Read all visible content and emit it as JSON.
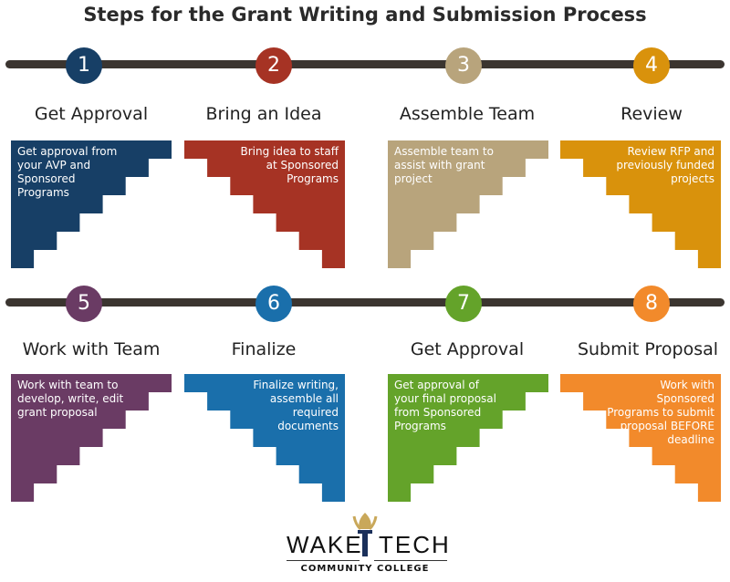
{
  "title": "Steps for the Grant Writing and Submission Process",
  "steps": [
    {
      "number": "1",
      "title": "Get Approval",
      "text": "Get approval from your AVP and Sponsored Programs",
      "color": "#173f66",
      "align": "left"
    },
    {
      "number": "2",
      "title": "Bring an Idea",
      "text": "Bring idea to staff at Sponsored Programs",
      "color": "#a63324",
      "align": "right"
    },
    {
      "number": "3",
      "title": "Assemble Team",
      "text": "Assemble team to assist with grant project",
      "color": "#b8a47c",
      "align": "left"
    },
    {
      "number": "4",
      "title": "Review",
      "text": "Review RFP and previously funded projects",
      "color": "#d9920c",
      "align": "right"
    },
    {
      "number": "5",
      "title": "Work with Team",
      "text": "Work with team to develop, write, edit grant proposal",
      "color": "#6a3b64",
      "align": "left"
    },
    {
      "number": "6",
      "title": "Finalize",
      "text": "Finalize writing, assemble all required documents",
      "color": "#1a6fab",
      "align": "right"
    },
    {
      "number": "7",
      "title": "Get Approval",
      "text": "Get approval of your final proposal from Sponsored Programs",
      "color": "#64a32a",
      "align": "left"
    },
    {
      "number": "8",
      "title": "Submit Proposal",
      "text": "Work with Sponsored Programs to submit proposal BEFORE deadline",
      "color": "#f28a2b",
      "align": "right"
    }
  ],
  "logo": {
    "word_left": "WAKE",
    "word_right": "TECH",
    "subtitle": "COMMUNITY COLLEGE",
    "gold": "#c9a85a"
  }
}
